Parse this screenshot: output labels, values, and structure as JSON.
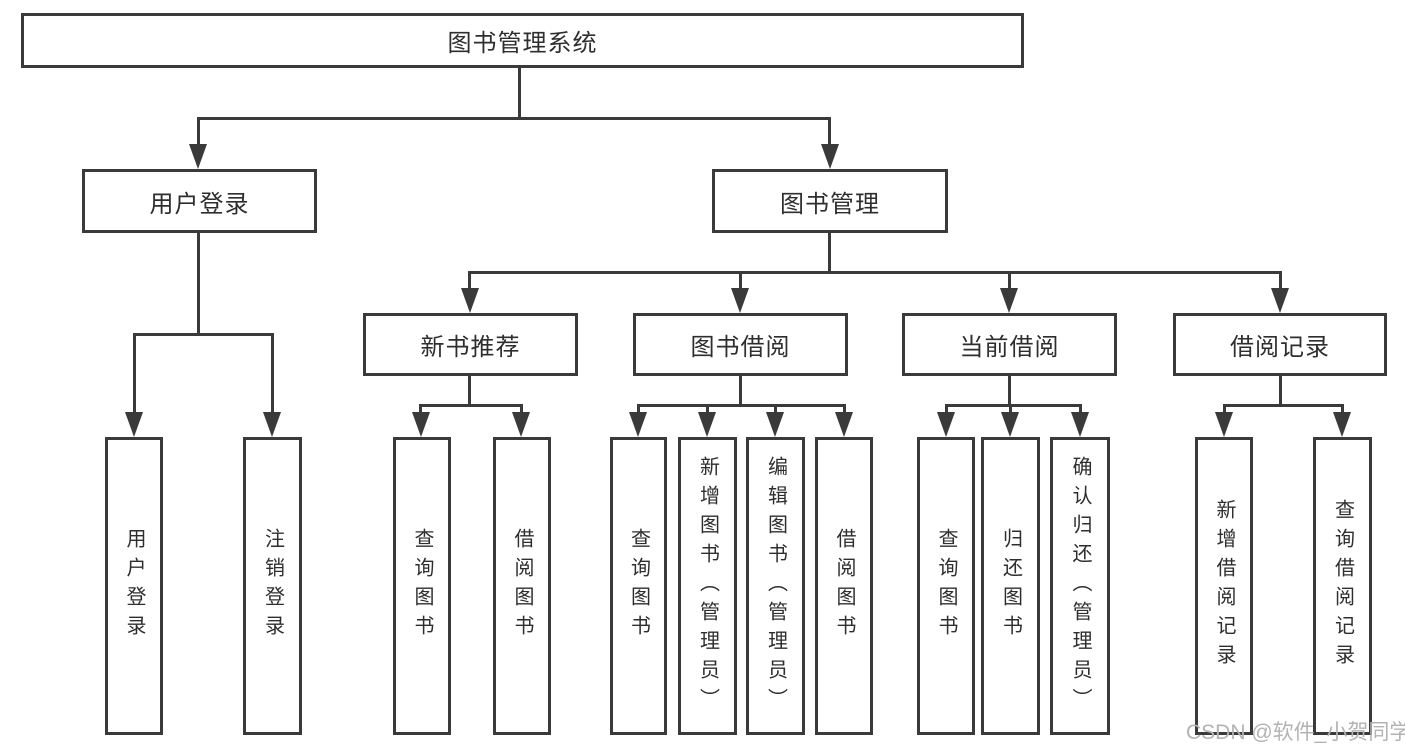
{
  "colors": {
    "line": "#3a3a3a",
    "text": "#2e2e2e",
    "watermark": "#b3b3b3"
  },
  "watermark": {
    "text": "CSDN @软件_小贺同学"
  },
  "tree": {
    "label": "图书管理系统",
    "children": [
      {
        "label": "用户登录",
        "children": [
          {
            "label": "用户登录"
          },
          {
            "label": "注销登录"
          }
        ]
      },
      {
        "label": "图书管理",
        "children": [
          {
            "label": "新书推荐",
            "children": [
              {
                "label": "查询图书"
              },
              {
                "label": "借阅图书"
              }
            ]
          },
          {
            "label": "图书借阅",
            "children": [
              {
                "label": "查询图书"
              },
              {
                "label": "新增图书（管理员）"
              },
              {
                "label": "编辑图书（管理员）"
              },
              {
                "label": "借阅图书"
              }
            ]
          },
          {
            "label": "当前借阅",
            "children": [
              {
                "label": "查询图书"
              },
              {
                "label": "归还图书"
              },
              {
                "label": "确认归还（管理员）"
              }
            ]
          },
          {
            "label": "借阅记录",
            "children": [
              {
                "label": "新增借阅记录"
              },
              {
                "label": "查询借阅记录"
              }
            ]
          }
        ]
      }
    ]
  }
}
